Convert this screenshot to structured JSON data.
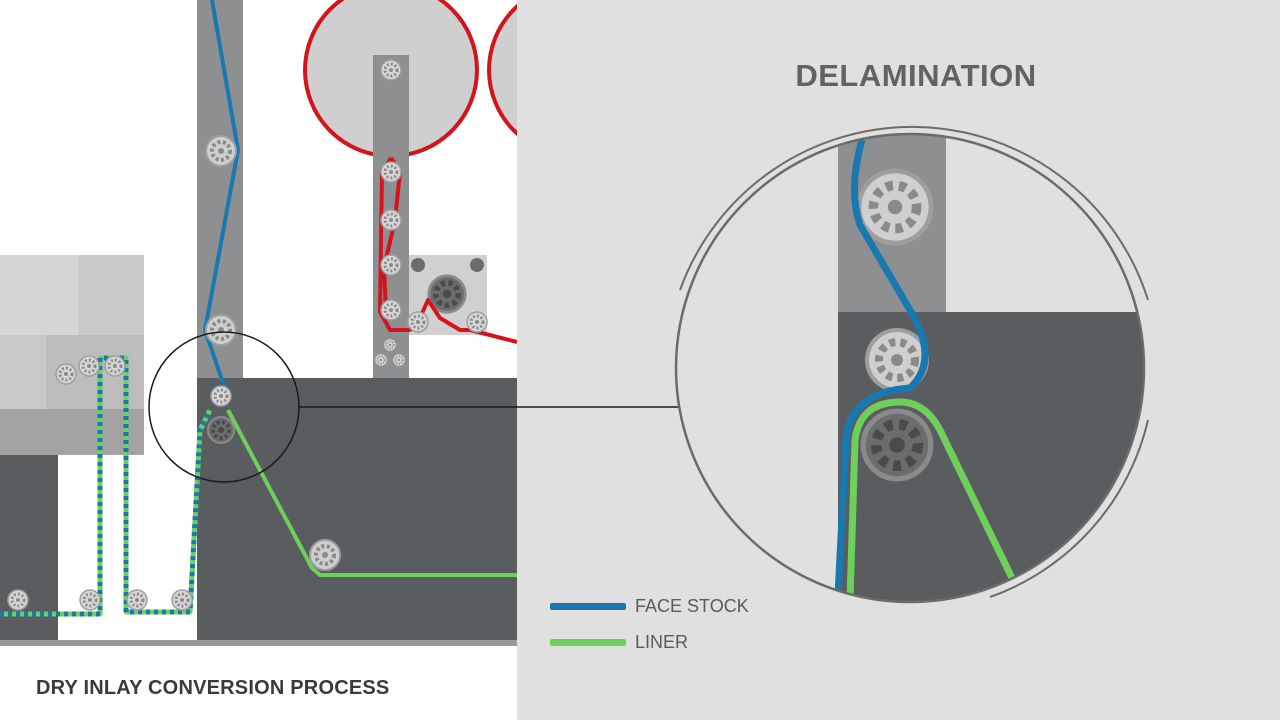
{
  "titles": {
    "process": "DRY INLAY CONVERSION PROCESS",
    "detail": "DELAMINATION"
  },
  "legend": [
    {
      "label": "FACE STOCK",
      "color": "#1a78b0"
    },
    {
      "label": "LINER",
      "color": "#6fcf5b"
    }
  ],
  "colors": {
    "face_stock": "#1a78b0",
    "liner": "#6fcf5b",
    "red_web": "#d4141c",
    "machine_dark": "#5a5d60",
    "machine_mid": "#8e8f91",
    "panel_bg": "#e0e0e0"
  }
}
